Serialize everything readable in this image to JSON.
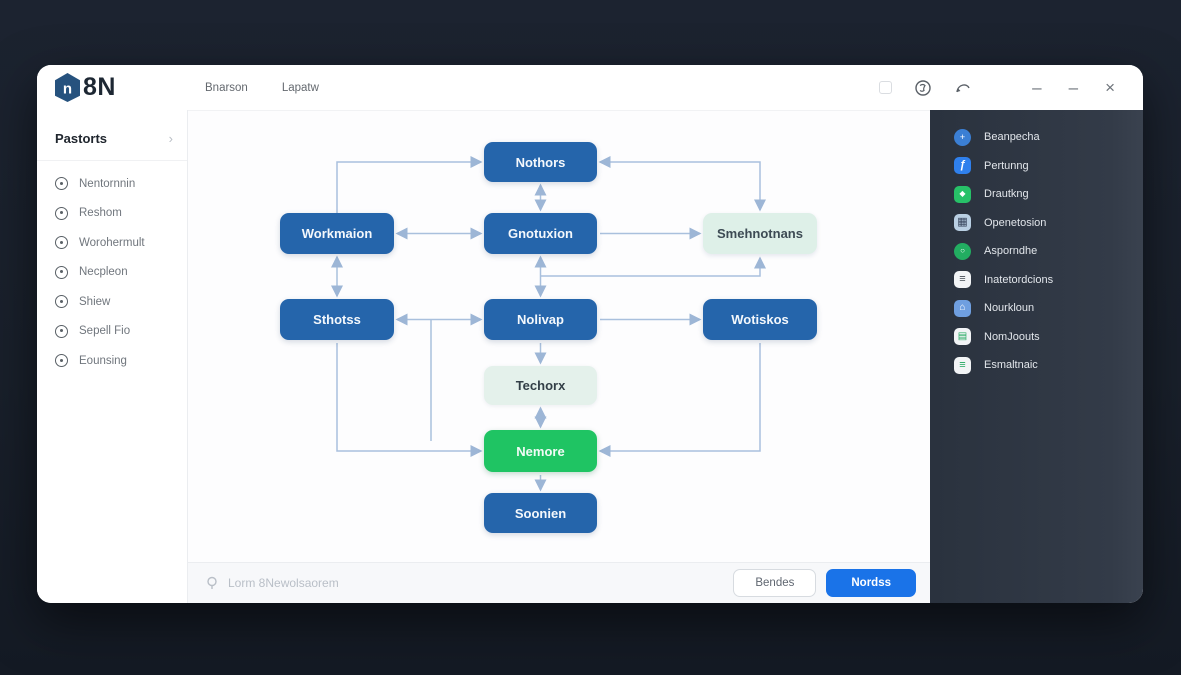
{
  "window": {
    "logo_text": "8N",
    "logo_glyph": "n",
    "menu": [
      {
        "label": "Bnarson"
      },
      {
        "label": "Lapatw"
      }
    ],
    "controls": {
      "minimize": "–",
      "maximize": "–",
      "close": "×"
    }
  },
  "sidebar": {
    "header": "Pastorts",
    "chevron": "›",
    "items": [
      {
        "label": "Nentornnin"
      },
      {
        "label": "Reshom"
      },
      {
        "label": "Worohermult"
      },
      {
        "label": "Necpleon"
      },
      {
        "label": "Shiew"
      },
      {
        "label": "Sepell Fio"
      },
      {
        "label": "Eounsing"
      }
    ]
  },
  "canvas": {
    "nodes": [
      {
        "label": "Nothors",
        "type": "blue"
      },
      {
        "label": "Workmaion",
        "type": "blue"
      },
      {
        "label": "Gnotuxion",
        "type": "blue"
      },
      {
        "label": "Smehnotnans",
        "type": "mint"
      },
      {
        "label": "Sthotss",
        "type": "blue"
      },
      {
        "label": "Nolivap",
        "type": "blue"
      },
      {
        "label": "Wotiskos",
        "type": "blue"
      },
      {
        "label": "Techorx",
        "type": "mint-light"
      },
      {
        "label": "Nemore",
        "type": "green"
      },
      {
        "label": "Soonien",
        "type": "blue"
      }
    ]
  },
  "footer": {
    "search_placeholder": "Lorm 8Newolsaorem",
    "secondary_button": "Bendes",
    "primary_button": "Nordss"
  },
  "right_panel": {
    "items": [
      {
        "label": "Beanpecha",
        "icon": "plus-circle-icon",
        "glyph": "+"
      },
      {
        "label": "Pertunng",
        "icon": "function-icon",
        "glyph": "ƒ"
      },
      {
        "label": "Drautkng",
        "icon": "diamond-icon",
        "glyph": "◆"
      },
      {
        "label": "Openetosion",
        "icon": "grid-icon",
        "glyph": "▦"
      },
      {
        "label": "Asporndhe",
        "icon": "ring-circle-icon",
        "glyph": "○"
      },
      {
        "label": "Inatetordcions",
        "icon": "sliders-icon",
        "glyph": "≡"
      },
      {
        "label": "Nourkloun",
        "icon": "home-icon",
        "glyph": "⌂"
      },
      {
        "label": "NomJoouts",
        "icon": "document-icon",
        "glyph": "▤"
      },
      {
        "label": "Esmaltnaic",
        "icon": "list-icon",
        "glyph": "≡"
      }
    ]
  },
  "colors": {
    "node_blue": "#2565ab",
    "node_mint": "#def0e8",
    "node_green": "#1fc463",
    "connector": "#9db6d6",
    "primary_button": "#1a73e8",
    "right_panel_bg": "#2e3642",
    "desktop_bg": "#19202b"
  }
}
